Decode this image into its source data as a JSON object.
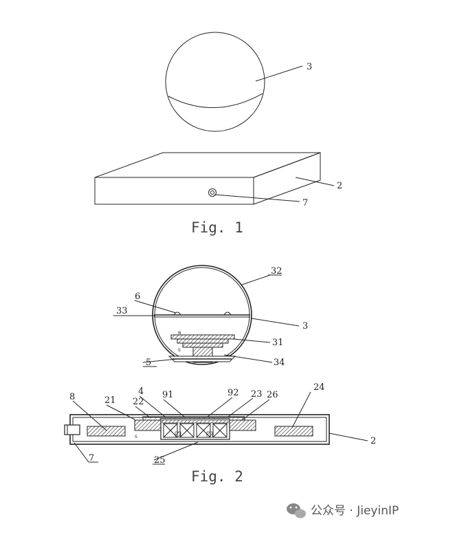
{
  "fig1": {
    "caption": "Fig. 1",
    "labels": {
      "ball": "3",
      "base": "2",
      "button": "7"
    }
  },
  "fig2": {
    "caption": "Fig. 2",
    "labels": {
      "l32": "32",
      "l6": "6",
      "l33": "33",
      "l3": "3",
      "l31": "31",
      "l5": "5",
      "l34": "34",
      "l4": "4",
      "l91": "91",
      "l92": "92",
      "l23": "23",
      "l26": "26",
      "l24": "24",
      "l8": "8",
      "l21": "21",
      "l22": "22",
      "l2": "2",
      "l7": "7",
      "l25": "25"
    },
    "poles": {
      "north": "N",
      "south": "S",
      "south_base": "S"
    }
  },
  "watermark": {
    "text": "公众号 · JieyinIP",
    "icon": "wechat-icon"
  }
}
